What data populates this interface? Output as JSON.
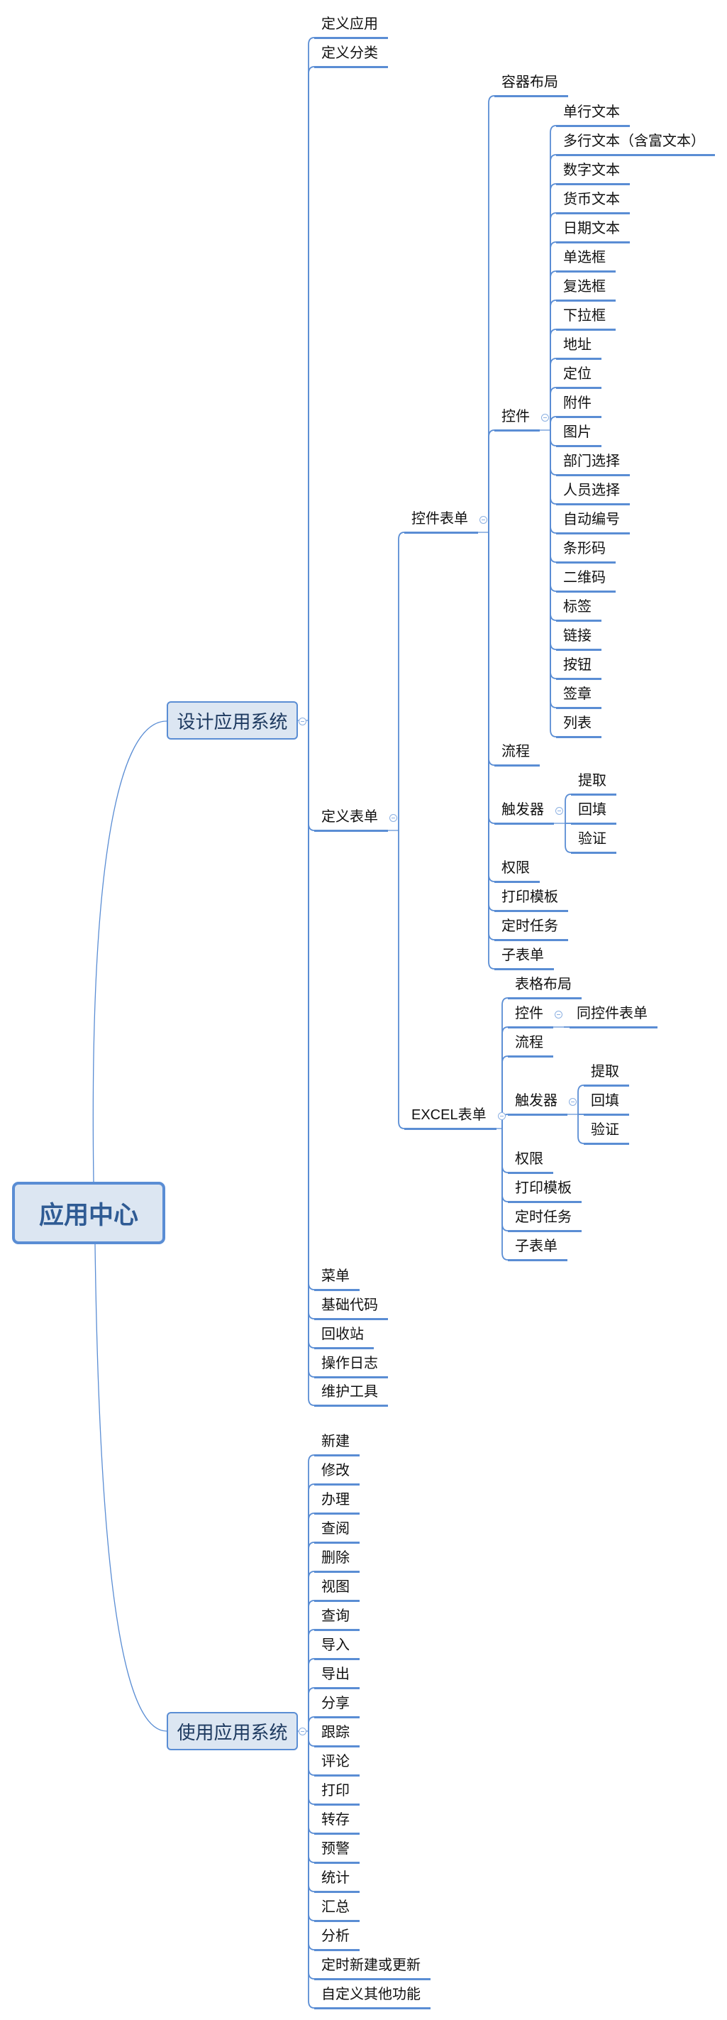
{
  "mindmap": {
    "root": "应用中心",
    "accent_color": "#5a8dd4",
    "box_fill": "#dce6f2",
    "branches": [
      {
        "label": "设计应用系统",
        "children": [
          {
            "label": "定义应用"
          },
          {
            "label": "定义分类"
          },
          {
            "label": "定义表单",
            "children": [
              {
                "label": "控件表单",
                "children": [
                  {
                    "label": "容器布局"
                  },
                  {
                    "label": "控件",
                    "children": [
                      {
                        "label": "单行文本"
                      },
                      {
                        "label": "多行文本（含富文本）"
                      },
                      {
                        "label": "数字文本"
                      },
                      {
                        "label": "货币文本"
                      },
                      {
                        "label": "日期文本"
                      },
                      {
                        "label": "单选框"
                      },
                      {
                        "label": "复选框"
                      },
                      {
                        "label": "下拉框"
                      },
                      {
                        "label": "地址"
                      },
                      {
                        "label": "定位"
                      },
                      {
                        "label": "附件"
                      },
                      {
                        "label": "图片"
                      },
                      {
                        "label": "部门选择"
                      },
                      {
                        "label": "人员选择"
                      },
                      {
                        "label": "自动编号"
                      },
                      {
                        "label": "条形码"
                      },
                      {
                        "label": "二维码"
                      },
                      {
                        "label": "标签"
                      },
                      {
                        "label": "链接"
                      },
                      {
                        "label": "按钮"
                      },
                      {
                        "label": "签章"
                      },
                      {
                        "label": "列表"
                      }
                    ]
                  },
                  {
                    "label": "流程"
                  },
                  {
                    "label": "触发器",
                    "children": [
                      {
                        "label": "提取"
                      },
                      {
                        "label": "回填"
                      },
                      {
                        "label": "验证"
                      }
                    ]
                  },
                  {
                    "label": "权限"
                  },
                  {
                    "label": "打印模板"
                  },
                  {
                    "label": "定时任务"
                  },
                  {
                    "label": "子表单"
                  }
                ]
              },
              {
                "label": "EXCEL表单",
                "children": [
                  {
                    "label": "表格布局"
                  },
                  {
                    "label": "控件",
                    "children": [
                      {
                        "label": "同控件表单"
                      }
                    ]
                  },
                  {
                    "label": "流程"
                  },
                  {
                    "label": "触发器",
                    "children": [
                      {
                        "label": "提取"
                      },
                      {
                        "label": "回填"
                      },
                      {
                        "label": "验证"
                      }
                    ]
                  },
                  {
                    "label": "权限"
                  },
                  {
                    "label": "打印模板"
                  },
                  {
                    "label": "定时任务"
                  },
                  {
                    "label": "子表单"
                  }
                ]
              }
            ]
          },
          {
            "label": "菜单"
          },
          {
            "label": "基础代码"
          },
          {
            "label": "回收站"
          },
          {
            "label": "操作日志"
          },
          {
            "label": "维护工具"
          }
        ]
      },
      {
        "label": "使用应用系统",
        "children": [
          {
            "label": "新建"
          },
          {
            "label": "修改"
          },
          {
            "label": "办理"
          },
          {
            "label": "查阅"
          },
          {
            "label": "删除"
          },
          {
            "label": "视图"
          },
          {
            "label": "查询"
          },
          {
            "label": "导入"
          },
          {
            "label": "导出"
          },
          {
            "label": "分享"
          },
          {
            "label": "跟踪"
          },
          {
            "label": "评论"
          },
          {
            "label": "打印"
          },
          {
            "label": "转存"
          },
          {
            "label": "预警"
          },
          {
            "label": "统计"
          },
          {
            "label": "汇总"
          },
          {
            "label": "分析"
          },
          {
            "label": "定时新建或更新"
          },
          {
            "label": "自定义其他功能"
          }
        ]
      }
    ]
  }
}
